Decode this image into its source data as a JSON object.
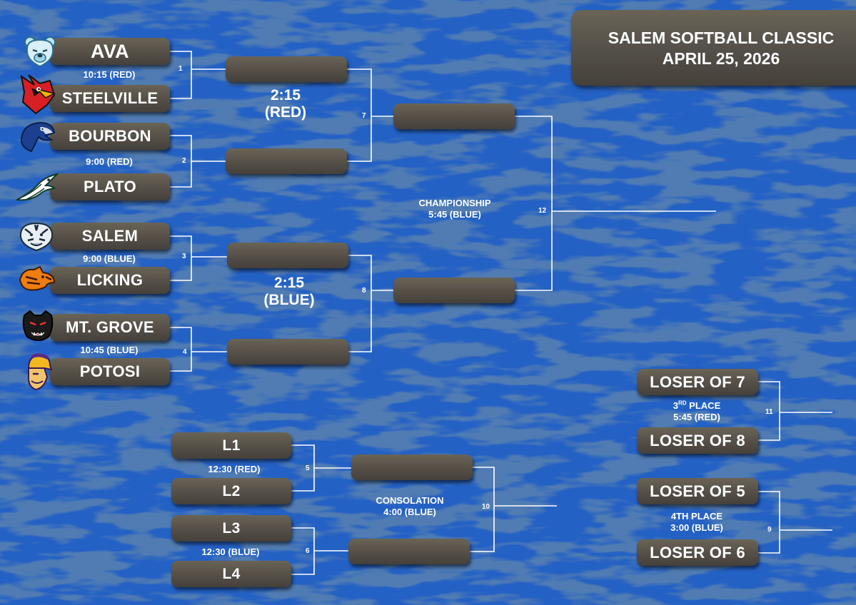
{
  "title": {
    "line1": "SALEM SOFTBALL CLASSIC",
    "line2": "APRIL 25, 2026"
  },
  "teams": {
    "ava": "AVA",
    "steelville": "STEELVILLE",
    "bourbon": "BOURBON",
    "plato": "PLATO",
    "salem": "SALEM",
    "licking": "LICKING",
    "mtgrove": "MT. GROVE",
    "potosi": "POTOSI"
  },
  "games": {
    "g1": {
      "num": "1",
      "time": "10:15 (RED)"
    },
    "g2": {
      "num": "2",
      "time": "9:00 (RED)"
    },
    "g3": {
      "num": "3",
      "time": "9:00 (BLUE)"
    },
    "g4": {
      "num": "4",
      "time": "10:45 (BLUE)"
    },
    "g5": {
      "num": "5",
      "time": "12:30 (RED)"
    },
    "g6": {
      "num": "6",
      "time": "12:30 (BLUE)"
    },
    "g7": {
      "num": "7",
      "time_line1": "2:15",
      "time_line2": "(RED)"
    },
    "g8": {
      "num": "8",
      "time_line1": "2:15",
      "time_line2": "(BLUE)"
    },
    "g9": {
      "num": "9",
      "label": "4TH PLACE",
      "time": "3:00 (BLUE)"
    },
    "g10": {
      "num": "10",
      "label": "CONSOLATION",
      "time": "4:00 (BLUE)"
    },
    "g11": {
      "num": "11",
      "label_prefix": "3",
      "label_sup": "RD",
      "label_suffix": " PLACE",
      "time": "5:45 (RED)"
    },
    "g12": {
      "num": "12",
      "label": "CHAMPIONSHIP",
      "time": "5:45 (BLUE)"
    }
  },
  "consolation_slots": {
    "l1": "L1",
    "l2": "L2",
    "l3": "L3",
    "l4": "L4"
  },
  "placement_slots": {
    "loser7": "LOSER OF 7",
    "loser8": "LOSER OF 8",
    "loser5": "LOSER OF 5",
    "loser6": "LOSER OF 6"
  },
  "icons": {
    "ava": "bear-mascot-icon",
    "steelville": "cardinal-mascot-icon",
    "bourbon": "eagle-mascot-icon",
    "plato": "eagle-mascot-icon",
    "salem": "tiger-mascot-icon",
    "licking": "wildcat-mascot-icon",
    "mtgrove": "panther-mascot-icon",
    "potosi": "trojan-mascot-icon"
  },
  "colors": {
    "background": "#2461c4",
    "slot": "#58524a",
    "line": "#ffffff"
  }
}
